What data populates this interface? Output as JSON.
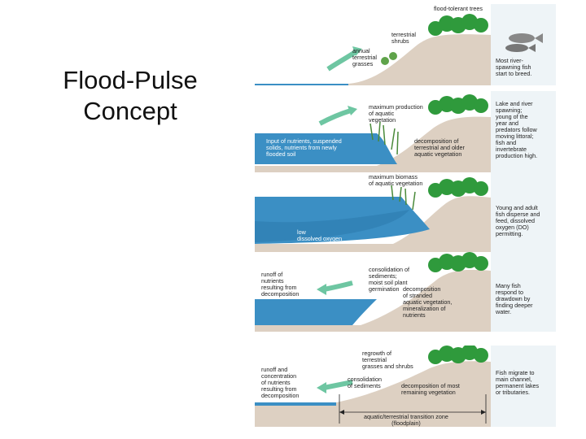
{
  "title": {
    "line1": "Flood-Pulse",
    "line2": "Concept"
  },
  "colors": {
    "water": "#3b8fc4",
    "water_light": "#7fbfe3",
    "soil": "#ddd0c2",
    "tree": "#2f9a3c",
    "arrow": "#6ec6a2",
    "panel_bg": "#eef4f7"
  },
  "panels": [
    {
      "labels": [
        "flood-tolerant trees",
        "terrestrial\nshrubs",
        "annual\nterrestrial\ngrasses"
      ],
      "side_text": "Most river-\nspawning fish\nstart to breed."
    },
    {
      "labels": [
        "maximum production\nof aquatic\nvegetation",
        "Input of nutrients, suspended\nsolids, nutrients from newly\nflooded soil",
        "decomposition of\nterrestrial and older\naquatic vegetation"
      ],
      "side_text": "Lake and river\nspawning;\nyoung of the\nyear and\npredators follow\nmoving littoral;\nfish and\ninvertebrate\nproduction high."
    },
    {
      "labels": [
        "maximum biomass\nof aquatic vegetation",
        "low\ndissolved oxygen"
      ],
      "side_text": "Young and adult\nfish disperse and\nfeed, dissolved\noxygen (DO)\npermitting."
    },
    {
      "labels": [
        "runoff of\nnutrients\nresulting from\ndecomposition",
        "consolidation of\nsediments;\nmoist soil plant\ngermination",
        "decomposition\nof stranded\naquatic vegetation,\nmineralization of\nnutrients"
      ],
      "side_text": "Many fish\nrespond to\ndrawdown by\nfinding deeper\nwater."
    },
    {
      "labels": [
        "runoff and\nconcentration\nof nutrients\nresulting from\ndecomposition",
        "regrowth of\nterrestrial\ngrasses and shrubs",
        "consolidation\nof sediments",
        "decomposition of most\nremaining vegetation",
        "aquatic/terrestrial transition zone\n(floodplain)"
      ],
      "side_text": "Fish migrate to\nmain channel,\npermanent lakes\nor tributaries."
    }
  ]
}
